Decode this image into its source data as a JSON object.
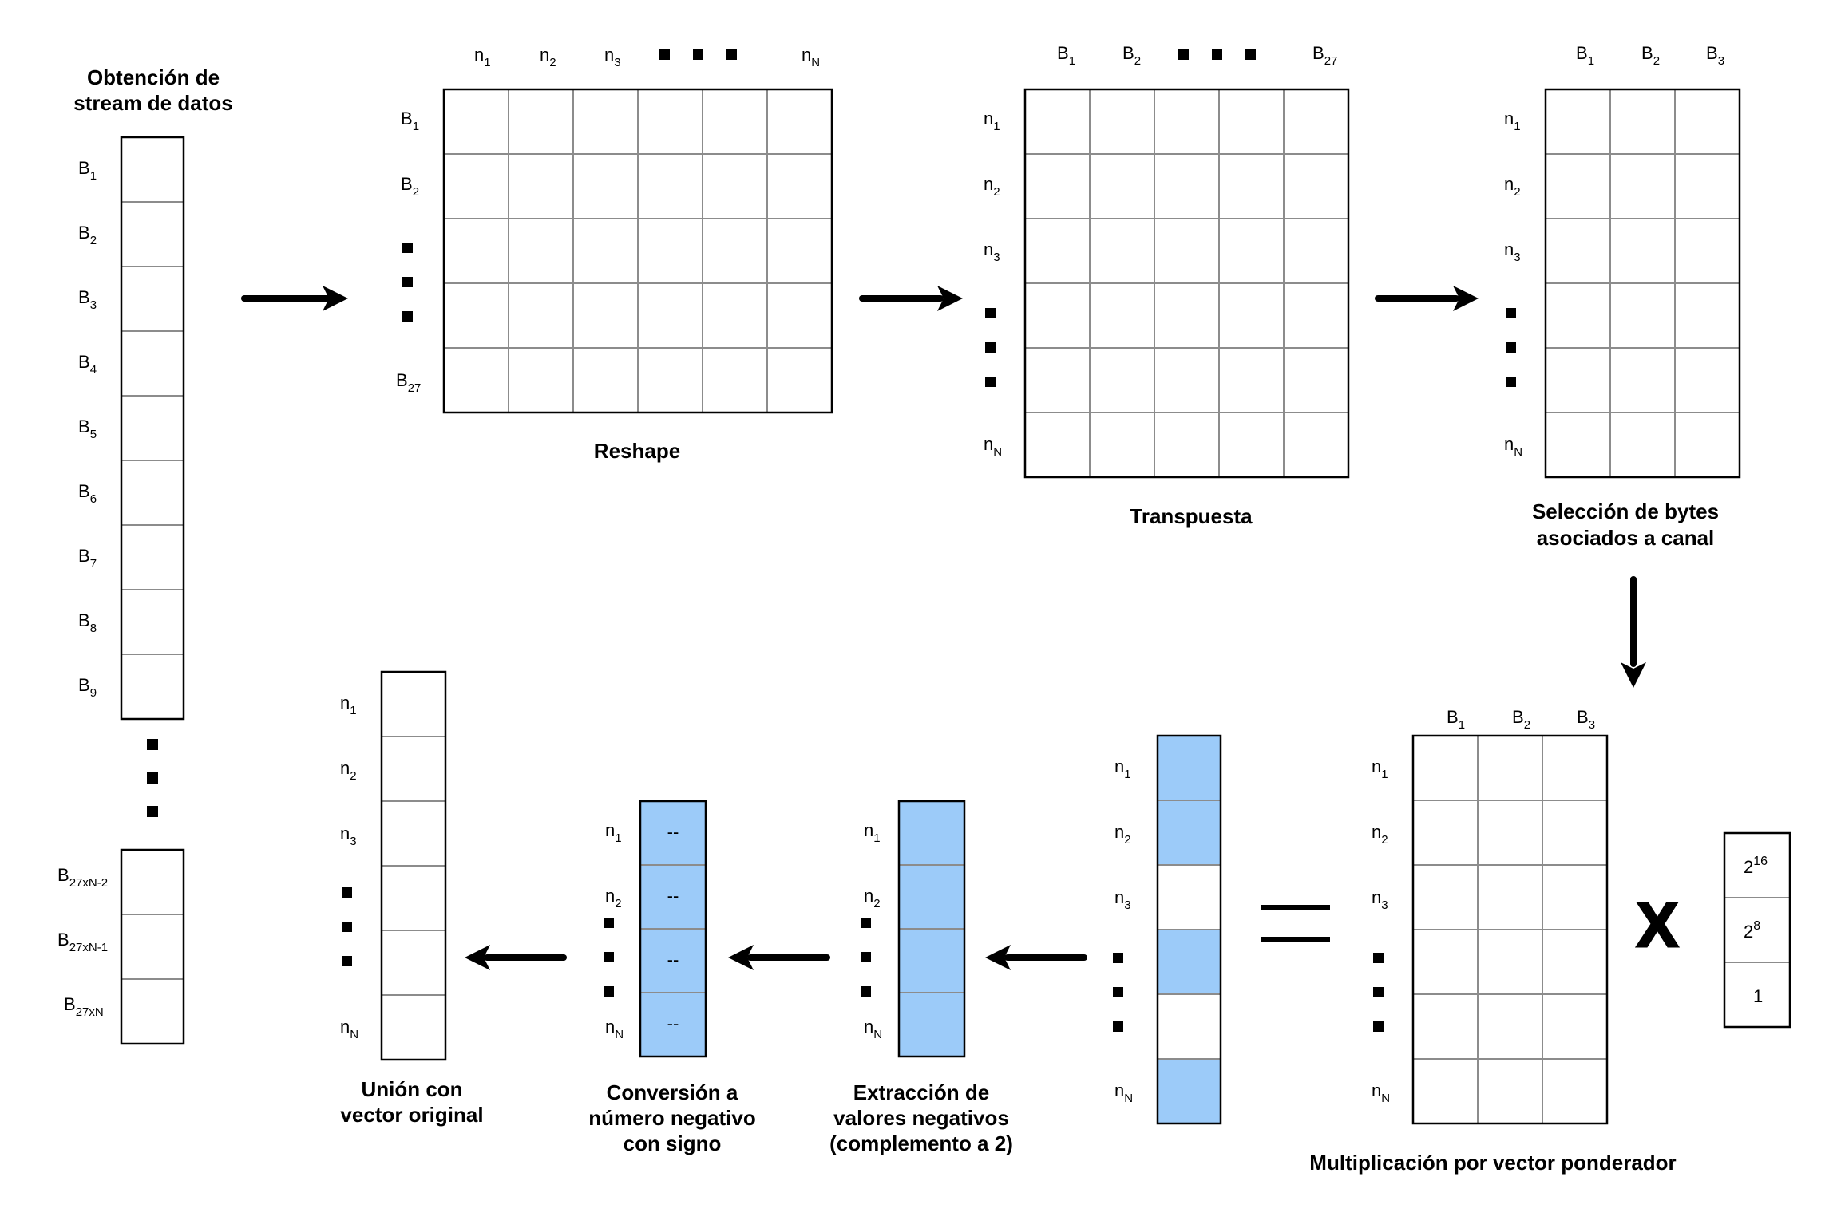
{
  "stream": {
    "title_lines": [
      "Obtención de",
      "stream de datos"
    ],
    "top_labels": [
      {
        "base": "B",
        "sub": "1"
      },
      {
        "base": "B",
        "sub": "2"
      },
      {
        "base": "B",
        "sub": "3"
      },
      {
        "base": "B",
        "sub": "4"
      },
      {
        "base": "B",
        "sub": "5"
      },
      {
        "base": "B",
        "sub": "6"
      },
      {
        "base": "B",
        "sub": "7"
      },
      {
        "base": "B",
        "sub": "8"
      },
      {
        "base": "B",
        "sub": "9"
      }
    ],
    "bottom_labels": [
      {
        "base": "B",
        "sub": "27xN-2"
      },
      {
        "base": "B",
        "sub": "27xN-1"
      },
      {
        "base": "B",
        "sub": "27xN"
      }
    ]
  },
  "reshape": {
    "title": "Reshape",
    "col_labels": [
      {
        "base": "n",
        "sub": "1"
      },
      {
        "base": "n",
        "sub": "2"
      },
      {
        "base": "n",
        "sub": "3"
      },
      {
        "base": "n",
        "sub": "N"
      }
    ],
    "row_labels": [
      {
        "base": "B",
        "sub": "1"
      },
      {
        "base": "B",
        "sub": "2"
      },
      {
        "base": "B",
        "sub": "27"
      }
    ]
  },
  "transpose": {
    "title": "Transpuesta",
    "col_labels": [
      {
        "base": "B",
        "sub": "1"
      },
      {
        "base": "B",
        "sub": "2"
      },
      {
        "base": "B",
        "sub": "27"
      }
    ],
    "row_labels": [
      {
        "base": "n",
        "sub": "1"
      },
      {
        "base": "n",
        "sub": "2"
      },
      {
        "base": "n",
        "sub": "3"
      },
      {
        "base": "n",
        "sub": "N"
      }
    ]
  },
  "select": {
    "title_lines": [
      "Selección de bytes",
      "asociados a canal"
    ],
    "col_labels": [
      {
        "base": "B",
        "sub": "1"
      },
      {
        "base": "B",
        "sub": "2"
      },
      {
        "base": "B",
        "sub": "3"
      }
    ],
    "row_labels": [
      {
        "base": "n",
        "sub": "1"
      },
      {
        "base": "n",
        "sub": "2"
      },
      {
        "base": "n",
        "sub": "3"
      },
      {
        "base": "n",
        "sub": "N"
      }
    ]
  },
  "multiply": {
    "title": "Multiplicación por vector ponderador",
    "col_labels": [
      {
        "base": "B",
        "sub": "1"
      },
      {
        "base": "B",
        "sub": "2"
      },
      {
        "base": "B",
        "sub": "3"
      }
    ],
    "row_labels": [
      {
        "base": "n",
        "sub": "1"
      },
      {
        "base": "n",
        "sub": "2"
      },
      {
        "base": "n",
        "sub": "3"
      },
      {
        "base": "n",
        "sub": "N"
      }
    ],
    "times_symbol": "X",
    "weights": [
      {
        "base": "2",
        "sup": "16"
      },
      {
        "base": "2",
        "sup": "8"
      },
      {
        "base": "1",
        "sup": ""
      }
    ]
  },
  "result": {
    "row_labels": [
      {
        "base": "n",
        "sub": "1"
      },
      {
        "base": "n",
        "sub": "2"
      },
      {
        "base": "n",
        "sub": "3"
      },
      {
        "base": "n",
        "sub": "N"
      }
    ],
    "highlight_color": "#9ccbf9"
  },
  "extract": {
    "title_lines": [
      "Extracción de",
      "valores negativos",
      "(complemento a 2)"
    ],
    "row_labels": [
      {
        "base": "n",
        "sub": "1"
      },
      {
        "base": "n",
        "sub": "2"
      },
      {
        "base": "n",
        "sub": "N"
      }
    ]
  },
  "convert": {
    "title_lines": [
      "Conversión a",
      "número negativo",
      "con signo"
    ],
    "row_labels": [
      {
        "base": "n",
        "sub": "1"
      },
      {
        "base": "n",
        "sub": "2"
      },
      {
        "base": "n",
        "sub": "N"
      }
    ],
    "cell_text": [
      "--",
      "--",
      "--",
      "--"
    ]
  },
  "union": {
    "title_lines": [
      "Unión con",
      "vector original"
    ],
    "row_labels": [
      {
        "base": "n",
        "sub": "1"
      },
      {
        "base": "n",
        "sub": "2"
      },
      {
        "base": "n",
        "sub": "3"
      },
      {
        "base": "n",
        "sub": "N"
      }
    ]
  }
}
